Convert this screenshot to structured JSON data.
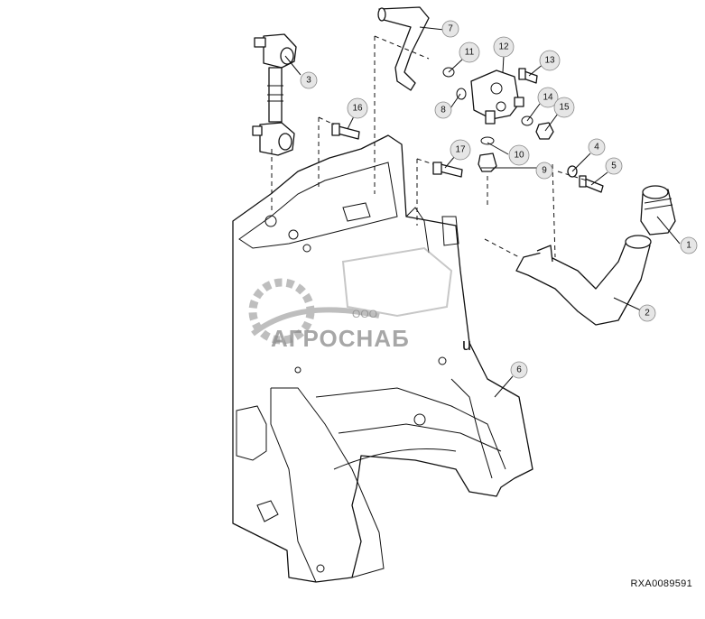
{
  "figure": {
    "code": "RXA0089591",
    "watermark_company": "ООО",
    "watermark_name": "АГРОСНАБ",
    "watermark_suffix": "u"
  },
  "callouts": [
    {
      "id": "1",
      "label": "1",
      "filled": false
    },
    {
      "id": "2",
      "label": "2",
      "filled": false
    },
    {
      "id": "3",
      "label": "3",
      "filled": true
    },
    {
      "id": "4",
      "label": "4",
      "filled": false
    },
    {
      "id": "5",
      "label": "5",
      "filled": false
    },
    {
      "id": "6",
      "label": "6",
      "filled": false
    },
    {
      "id": "7",
      "label": "7",
      "filled": false
    },
    {
      "id": "8",
      "label": "8",
      "filled": false
    },
    {
      "id": "9",
      "label": "9",
      "filled": false
    },
    {
      "id": "10",
      "label": "10",
      "filled": true
    },
    {
      "id": "11",
      "label": "11",
      "filled": true
    },
    {
      "id": "12",
      "label": "12",
      "filled": true
    },
    {
      "id": "13",
      "label": "13",
      "filled": true
    },
    {
      "id": "14",
      "label": "14",
      "filled": true
    },
    {
      "id": "15",
      "label": "15",
      "filled": true
    },
    {
      "id": "16",
      "label": "16",
      "filled": true
    },
    {
      "id": "17",
      "label": "17",
      "filled": true
    }
  ]
}
